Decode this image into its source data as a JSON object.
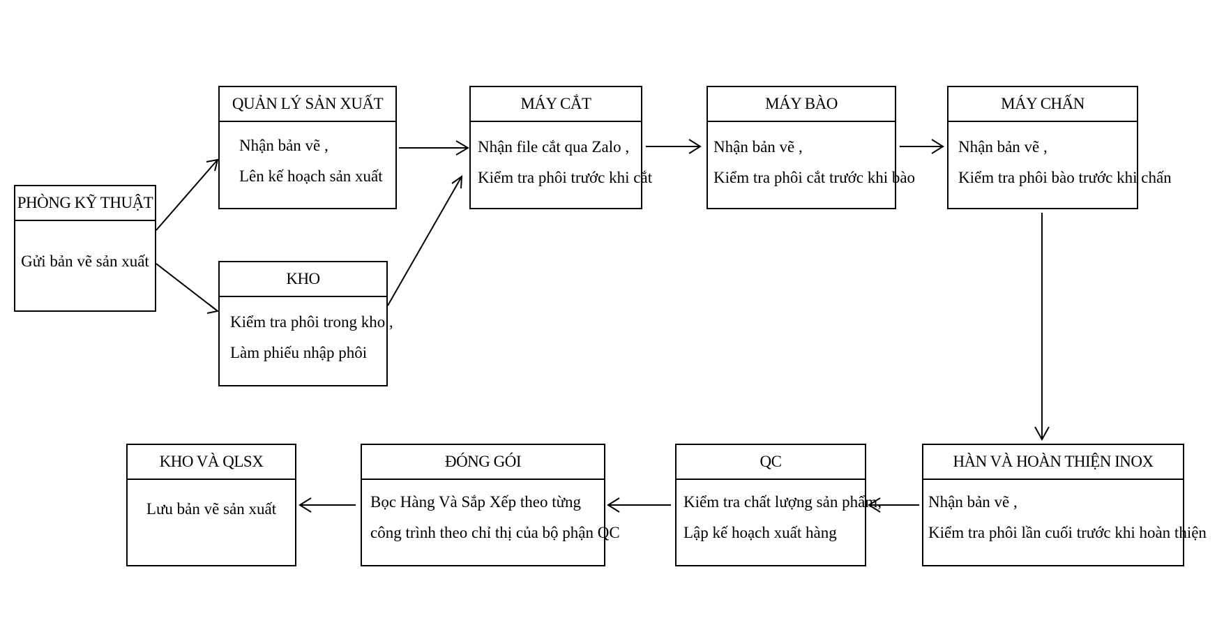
{
  "nodes": {
    "phong_ky_thuat": {
      "title": "PHÒNG KỸ THUẬT",
      "lines": [
        "Gửi bản vẽ sản xuất"
      ]
    },
    "quan_ly_san_xuat": {
      "title": "QUẢN LÝ SẢN XUẤT",
      "lines": [
        "Nhận bản vẽ ,",
        "Lên kế hoạch sản xuất"
      ]
    },
    "kho": {
      "title": "KHO",
      "lines": [
        "Kiểm tra phôi trong kho ,",
        "Làm phiếu nhập phôi"
      ]
    },
    "may_cat": {
      "title": "MÁY CẮT",
      "lines": [
        "Nhận file cắt qua Zalo ,",
        "Kiểm tra phôi trước khi cắt"
      ]
    },
    "may_bao": {
      "title": "MÁY BÀO",
      "lines": [
        "Nhận bản vẽ ,",
        "Kiểm tra phôi cắt trước khi bào"
      ]
    },
    "may_chan": {
      "title": "MÁY CHẤN",
      "lines": [
        "Nhận bản vẽ ,",
        "Kiểm tra phôi bào trước khi chấn"
      ]
    },
    "han_hoan_thien": {
      "title": "HÀN VÀ HOÀN THIỆN INOX",
      "lines": [
        "Nhận bản vẽ ,",
        "Kiểm tra phôi lần cuối trước khi hoàn thiện"
      ]
    },
    "qc": {
      "title": "QC",
      "lines": [
        "Kiểm tra chất lượng sản phẩm,",
        "Lập kế hoạch xuất hàng"
      ]
    },
    "dong_goi": {
      "title": "ĐÓNG GÓI",
      "lines": [
        "Bọc Hàng Và Sắp Xếp theo từng",
        "công trình theo chỉ thị của bộ phận QC"
      ]
    },
    "kho_qlsx": {
      "title": "KHO VÀ QLSX",
      "lines": [
        "Lưu bản vẽ sản xuất"
      ]
    }
  },
  "edges": [
    {
      "from": "phong_ky_thuat",
      "to": "quan_ly_san_xuat"
    },
    {
      "from": "phong_ky_thuat",
      "to": "kho"
    },
    {
      "from": "quan_ly_san_xuat",
      "to": "may_cat"
    },
    {
      "from": "kho",
      "to": "may_cat"
    },
    {
      "from": "may_cat",
      "to": "may_bao"
    },
    {
      "from": "may_bao",
      "to": "may_chan"
    },
    {
      "from": "may_chan",
      "to": "han_hoan_thien"
    },
    {
      "from": "han_hoan_thien",
      "to": "qc"
    },
    {
      "from": "qc",
      "to": "dong_goi"
    },
    {
      "from": "dong_goi",
      "to": "kho_qlsx"
    }
  ]
}
